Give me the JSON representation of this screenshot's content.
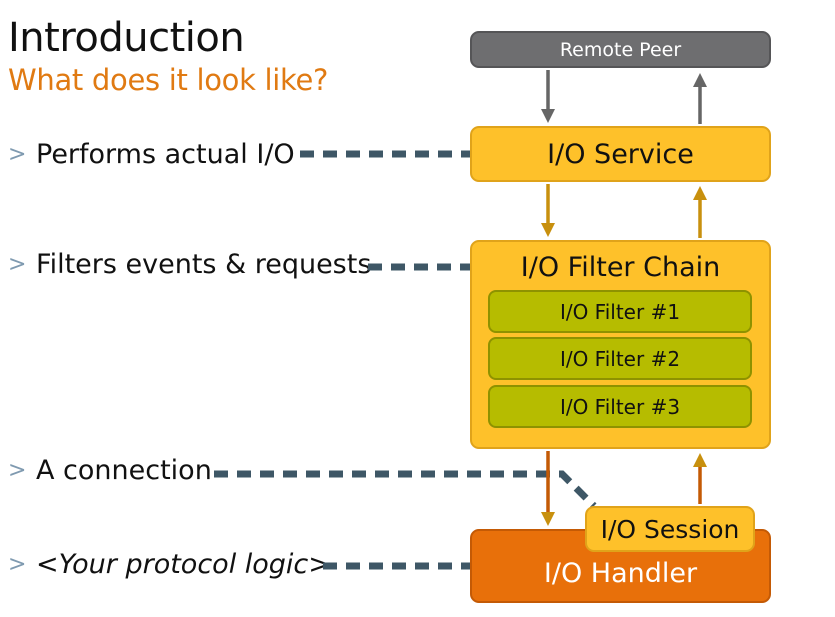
{
  "header": {
    "title": "Introduction",
    "subtitle": "What does it look like?"
  },
  "bullets": [
    {
      "marker": ">",
      "text": "Performs actual I/O"
    },
    {
      "marker": ">",
      "text": "Filters events & requests"
    },
    {
      "marker": ">",
      "text": "A connection"
    },
    {
      "marker": ">",
      "text": "<Your protocol logic>"
    }
  ],
  "diagram": {
    "remote_peer": "Remote Peer",
    "io_service": "I/O Service",
    "filter_chain": "I/O Filter Chain",
    "filters": [
      "I/O Filter #1",
      "I/O Filter #2",
      "I/O Filter #3"
    ],
    "io_session": "I/O Session",
    "io_handler": "I/O Handler"
  },
  "colors": {
    "subtitle": "#E07A12",
    "remote_peer": "#6E6E70",
    "service_yellow": "#FEC12A",
    "filter_green": "#B6BC00",
    "handler_orange": "#E8700A",
    "connector_dash": "#3E5766",
    "flow_arrow": "#C8900E",
    "peer_arrow": "#666666",
    "bullet_marker": "#7F9AB0"
  }
}
